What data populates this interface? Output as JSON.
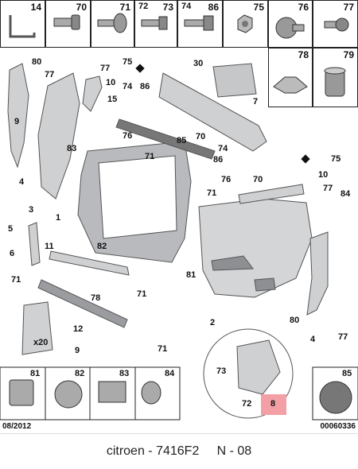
{
  "top_row_numbers": [
    "14",
    "70",
    "71",
    "72",
    "73",
    "74",
    "86",
    "75",
    "76",
    "77",
    "78",
    "79"
  ],
  "bottom_row_numbers": [
    "81",
    "82",
    "83",
    "84",
    "85"
  ],
  "callouts": {
    "c80a": "80",
    "c77a": "77",
    "c77b": "77",
    "c9": "9",
    "c10a": "10",
    "c75a": "75",
    "c30": "30",
    "c7": "7",
    "c74a": "74",
    "c86a": "86",
    "c15": "15",
    "c76a": "76",
    "c83": "83",
    "c71a": "71",
    "c85": "85",
    "c70a": "70",
    "c74b": "74",
    "c86b": "86",
    "c75b": "75",
    "c4a": "4",
    "c3": "3",
    "c1": "1",
    "c71b": "71",
    "c76b": "76",
    "c70b": "70",
    "c10b": "10",
    "c77c": "77",
    "c84": "84",
    "c5": "5",
    "c11": "11",
    "c82": "82",
    "c6": "6",
    "c71c": "71",
    "c81": "81",
    "c78": "78",
    "c71d": "71",
    "c2": "2",
    "c80b": "80",
    "c4b": "4",
    "c77d": "77",
    "c12": "12",
    "c9b": "9",
    "c71e": "71",
    "c73": "73",
    "c72": "72",
    "c8": "8",
    "x20": "x20"
  },
  "footer": {
    "date": "08/2012",
    "ref": "00060336"
  },
  "caption": {
    "brand": "citroen",
    "sep1": " - ",
    "part": "7416F2",
    "gap": "     ",
    "page": "N - 08"
  },
  "colors": {
    "part_fill": "#cfd0d2",
    "part_dark": "#8d8f93",
    "line": "#222222",
    "highlight": "#f2a0a6",
    "black": "#111111"
  }
}
